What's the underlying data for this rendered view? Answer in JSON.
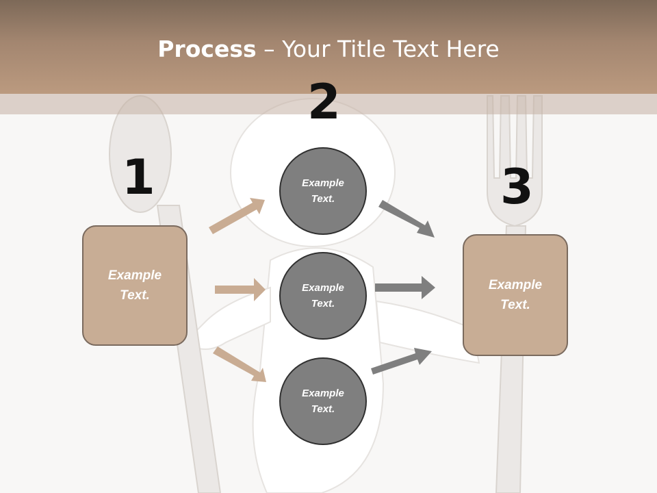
{
  "title": {
    "bold": "Process",
    "rest": " – Your Title Text Here"
  },
  "steps": [
    {
      "number": "1",
      "box_text": "Example Text."
    },
    {
      "number": "2"
    },
    {
      "number": "3",
      "box_text": "Example Text."
    }
  ],
  "circles": [
    {
      "text": "Example Text."
    },
    {
      "text": "Example Text."
    },
    {
      "text": "Example Text."
    }
  ],
  "colors": {
    "accent_brown": "#c8ad95",
    "arrow_brown": "#c9ac93",
    "arrow_gray": "#7f7f7f",
    "circle_gray": "#7f7f7f",
    "title_band": "#a38670"
  }
}
